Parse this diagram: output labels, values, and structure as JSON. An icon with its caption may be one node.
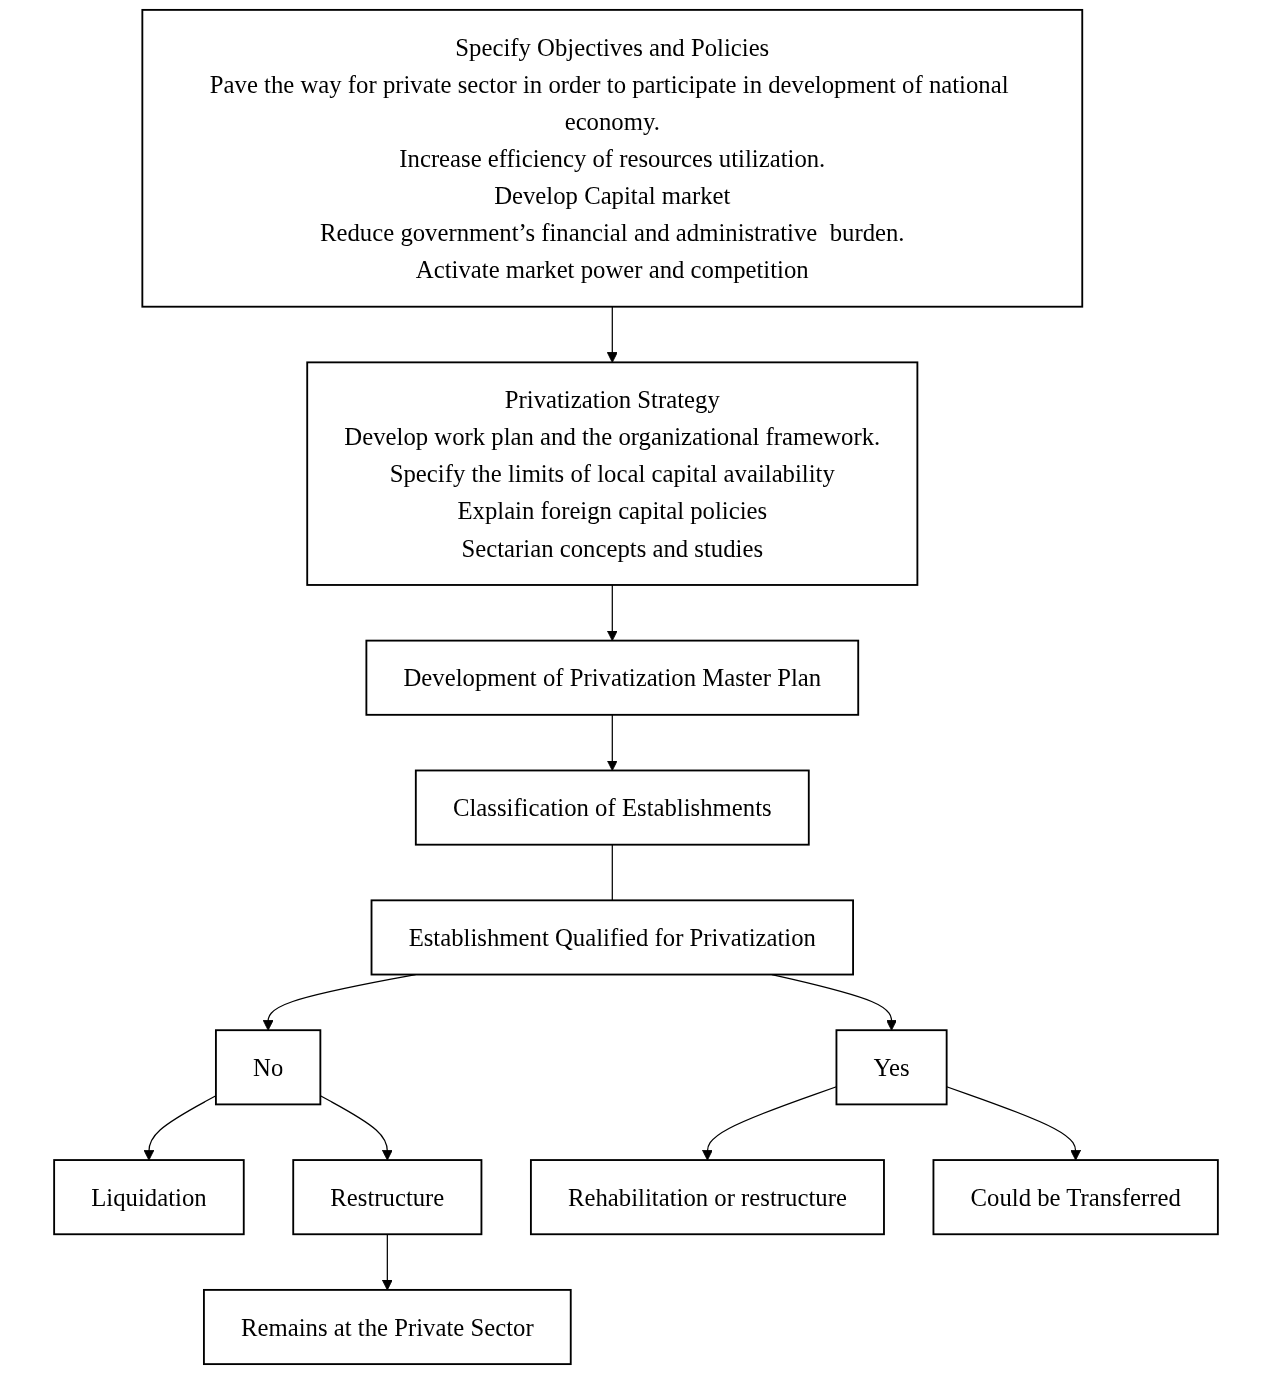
{
  "diagram": {
    "nodes": [
      {
        "text": [
          "Specify Objectives and Policies",
          "Pave the way for private sector in order to participate in development of national economy.",
          "Increase efficiency of resources utilization.",
          "Develop Capital market",
          "Reduce government’s financial and administrative  burden.",
          "Activate market power and competition"
        ]
      },
      {
        "text": [
          "Privatization Strategy",
          "Develop work plan and the organizational framework.",
          "Specify the limits of local capital availability",
          "Explain foreign capital policies",
          "Sectarian concepts and studies"
        ]
      },
      {
        "text": [
          "Development of Privatization Master Plan"
        ]
      },
      {
        "text": [
          "Classification of Establishments"
        ]
      },
      {
        "text": [
          "Establishment Qualified for Privatization"
        ]
      },
      {
        "text": [
          "No"
        ]
      },
      {
        "text": [
          "Yes"
        ]
      },
      {
        "text": [
          "Liquidation"
        ]
      },
      {
        "text": [
          "Restructure"
        ]
      },
      {
        "text": [
          "Rehabilitation or restructure"
        ]
      },
      {
        "text": [
          "Remains at the Private Sector"
        ]
      },
      {
        "text": [
          "Could be Transferred"
        ]
      }
    ],
    "edges": [
      {
        "from": 0,
        "to": 1,
        "arrow": "to"
      },
      {
        "from": 1,
        "to": 2,
        "arrow": "to"
      },
      {
        "from": 2,
        "to": 3,
        "arrow": "to"
      },
      {
        "from": 3,
        "to": 4,
        "arrow": "none"
      },
      {
        "from": 4,
        "to": 5,
        "arrow": "to"
      },
      {
        "from": 4,
        "to": 6,
        "arrow": "to"
      },
      {
        "from": 5,
        "to": 7,
        "arrow": "to"
      },
      {
        "from": 5,
        "to": 8,
        "arrow": "to"
      },
      {
        "from": 8,
        "to": 10,
        "arrow": "to"
      },
      {
        "from": 6,
        "to": 9,
        "arrow": "to"
      },
      {
        "from": 6,
        "to": 11,
        "arrow": "to"
      }
    ]
  }
}
